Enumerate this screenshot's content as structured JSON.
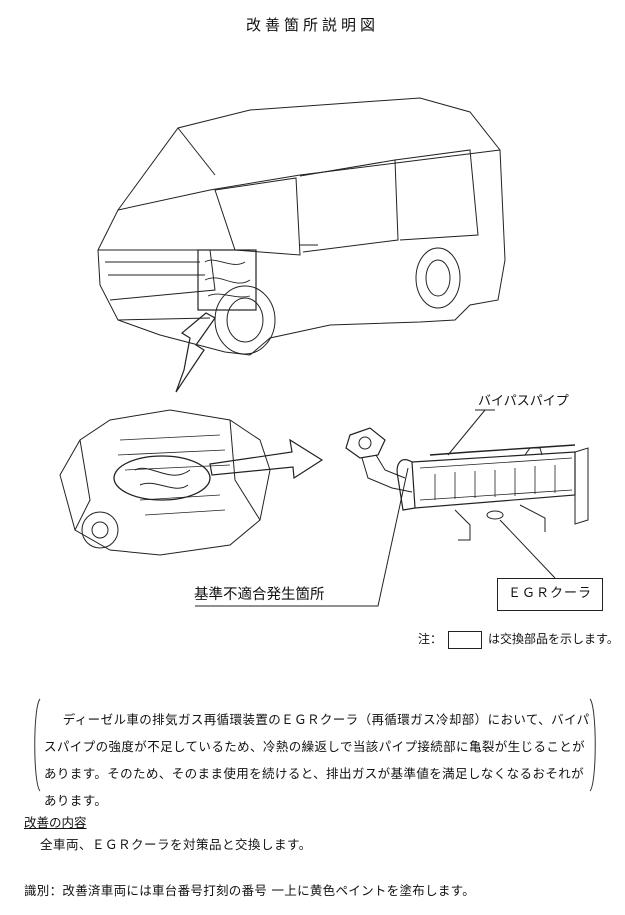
{
  "title": "改善箇所説明図",
  "labels": {
    "bypass_pipe": "バイパスパイプ",
    "egr_cooler": "ＥＧＲクーラ",
    "defect_location": "基準不適合発生箇所"
  },
  "note": {
    "prefix": "注：",
    "suffix": "は交換部品を示します。"
  },
  "description": "ディーゼル車の排気ガス再循環装置のＥＧＲクーラ（再循環ガス冷却部）において、バイパスパイプの強度が不足しているため、冷熱の繰返しで当該パイプ接続部に亀裂が生じることがあります。そのため、そのまま使用を続けると、排出ガスが基準値を満足しなくなるおそれがあります。",
  "improvement": {
    "heading": "改善の内容",
    "body": "全車両、ＥＧＲクーラを対策品と交換します。"
  },
  "identification": "識別：改善済車両には車台番号打刻の番号 一上に黄色ペイントを塗布します。"
}
